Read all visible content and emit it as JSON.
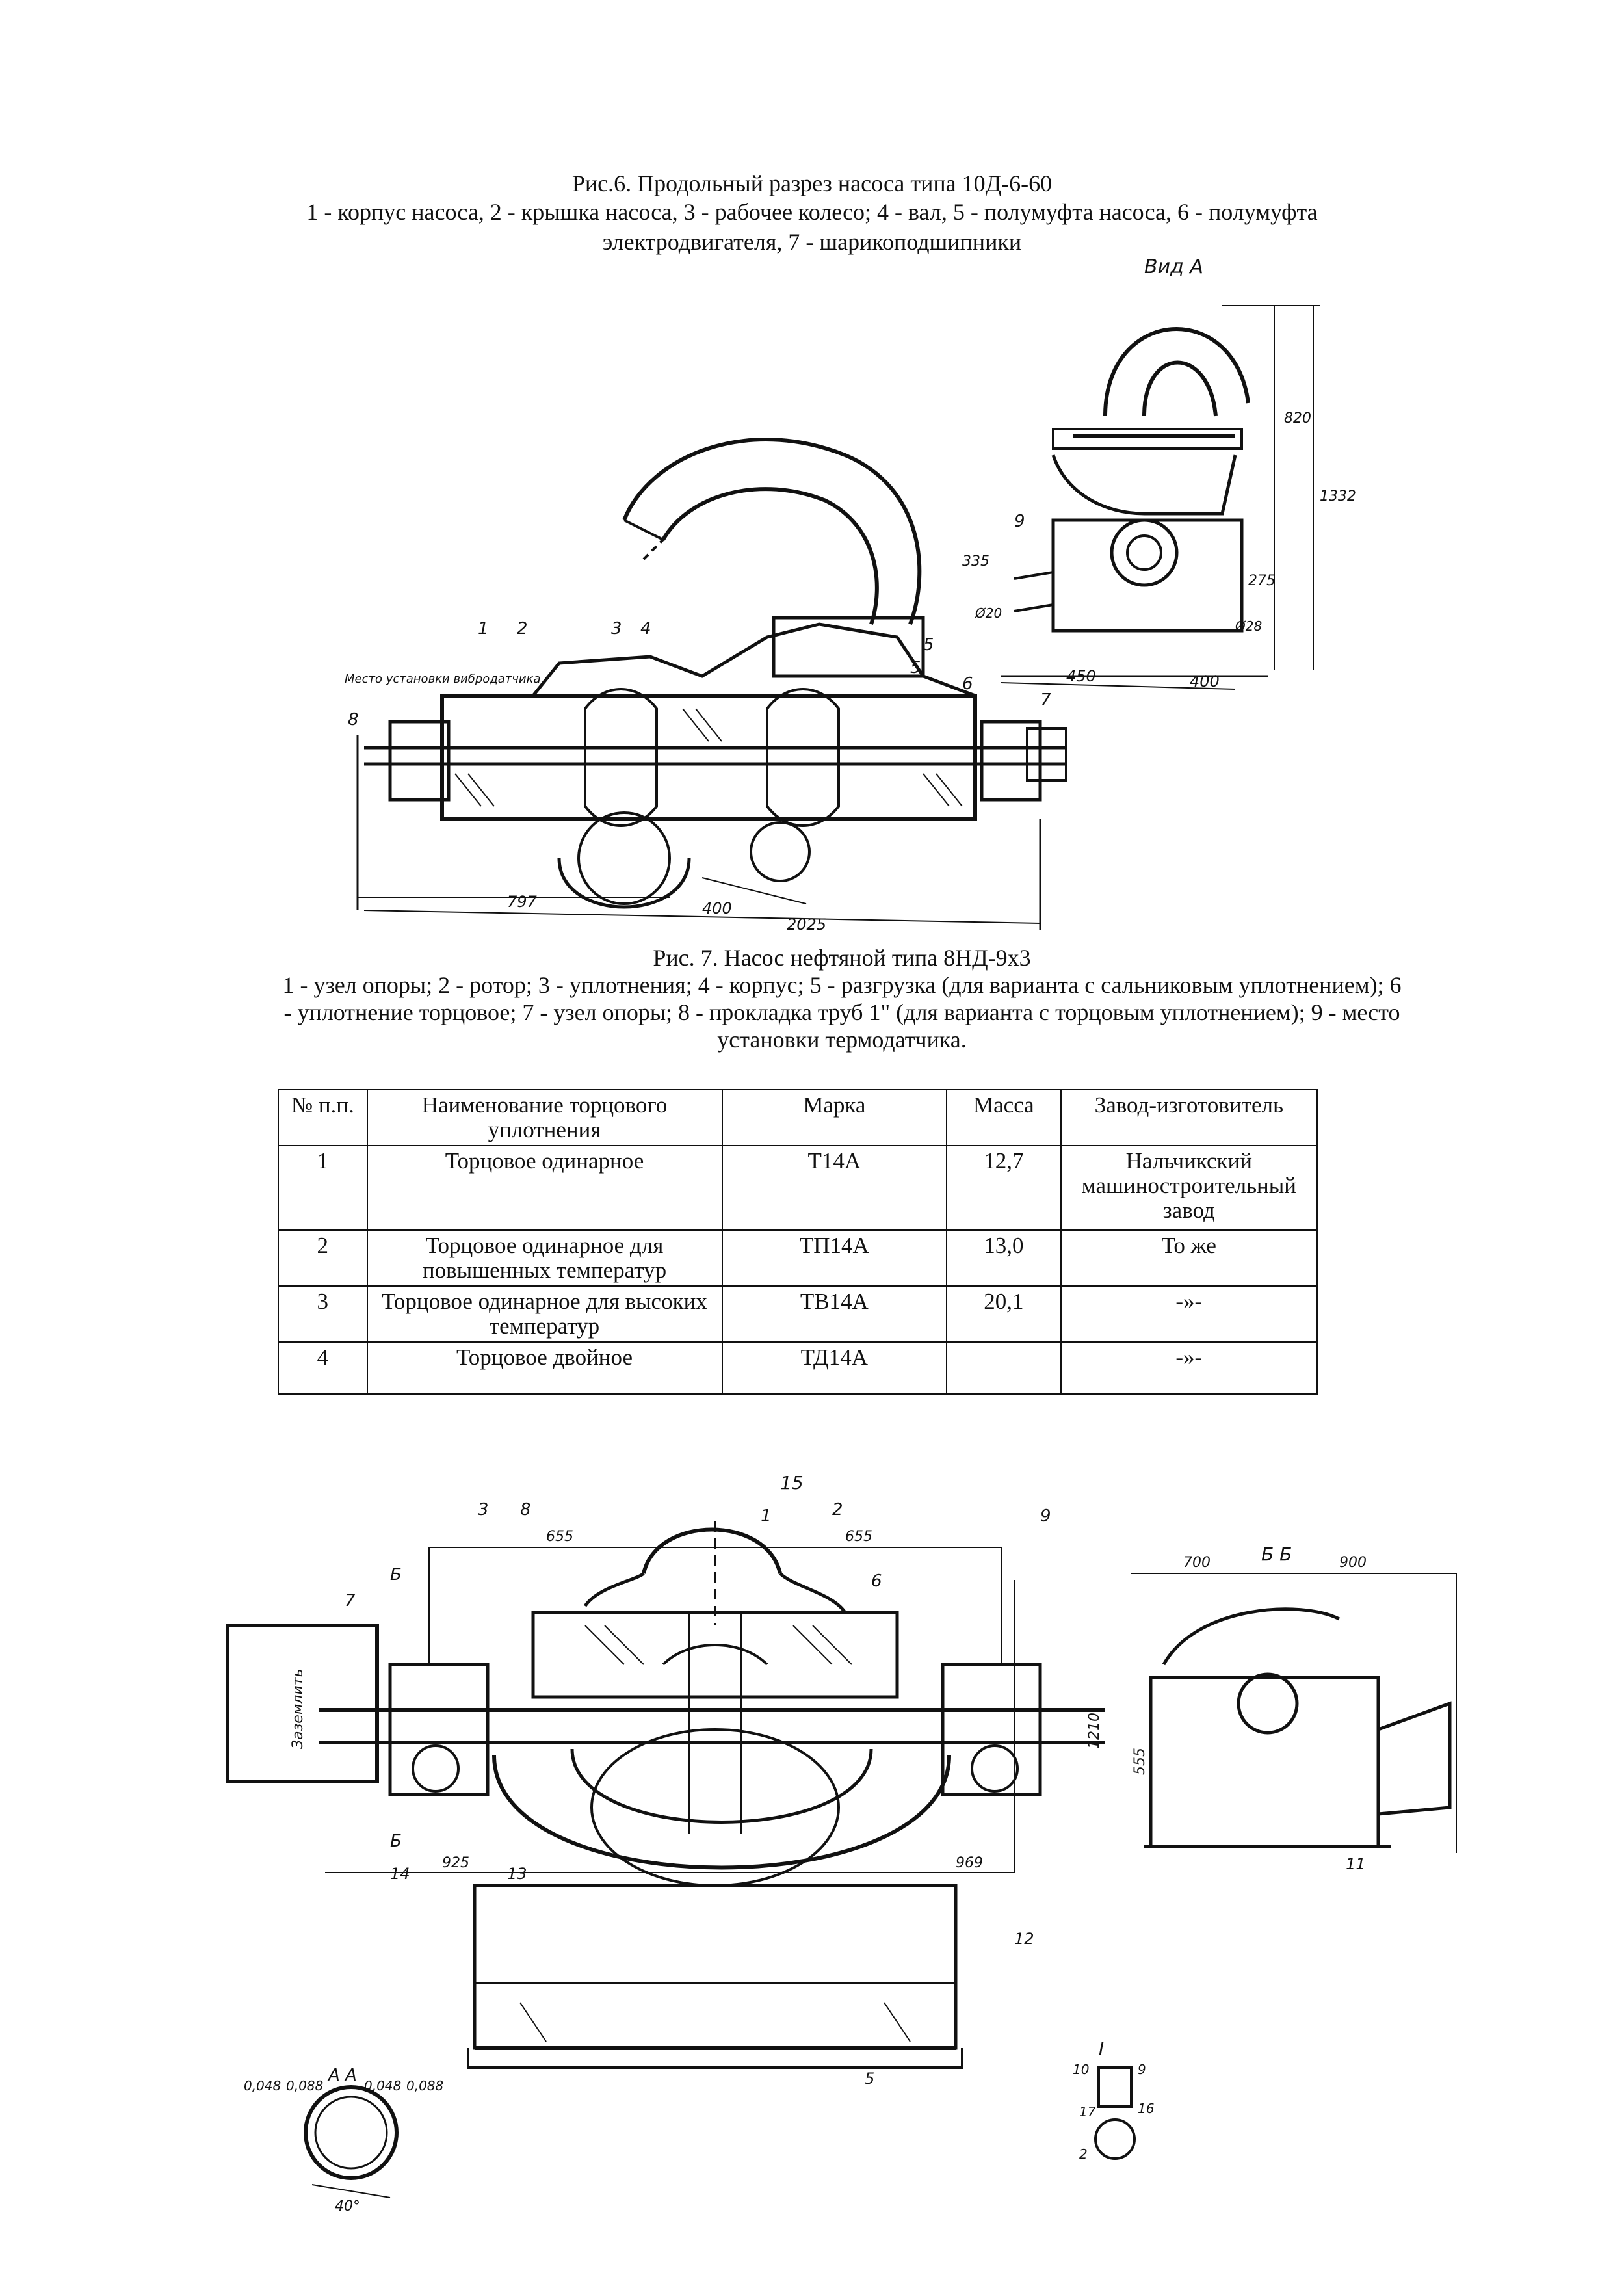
{
  "figure6": {
    "title": "Рис.6. Продольный разрез насоса типа 10Д-6-60",
    "legend_line1": "1 - корпус насоса, 2 - крышка насоса, 3 - рабочее колесо; 4 - вал, 5 - полумуфта насоса, 6 - полумуфта",
    "legend_line2": "электродвигателя, 7 - шарикоподшипники"
  },
  "figure7": {
    "title": "Рис. 7. Насос нефтяной типа 8НД-9х3",
    "legend_line1": "1 - узел опоры; 2 - ротор; 3 - уплотнения; 4 - корпус; 5 - разгрузка (для варианта с сальниковым уплотнением); 6",
    "legend_line2": "- уплотнение торцовое; 7 - узел опоры; 8 - прокладка труб 1\" (для варианта с торцовым уплотнением); 9 - место",
    "legend_line3": "установки термодатчика."
  },
  "drawing_top": {
    "view_label": "Вид А",
    "install_label": "Место установки вибродатчика",
    "dims": [
      "797",
      "400",
      "2025",
      "450",
      "400",
      "820",
      "1332",
      "335",
      "275",
      "Ø20",
      "Ø28"
    ],
    "callouts": [
      "1",
      "2",
      "3",
      "4",
      "5",
      "6",
      "7",
      "8",
      "9",
      "5"
    ]
  },
  "drawing_bottom": {
    "section_label": "Б Б",
    "view_a_label": "А А",
    "node_label": "I",
    "ground_label": "Заземлить",
    "dims": [
      "655",
      "655",
      "925",
      "969",
      "700",
      "900",
      "1210",
      "555",
      "0,048",
      "0,088",
      "0,048",
      "0,088",
      "40°"
    ],
    "callouts": [
      "3",
      "8",
      "15",
      "1",
      "2",
      "9",
      "7",
      "6",
      "Б",
      "Б",
      "14",
      "13",
      "12",
      "11",
      "5",
      "10",
      "9",
      "16",
      "17",
      "2"
    ]
  },
  "table": {
    "headers": [
      "№ п.п.",
      "Наименование торцового уплотнения",
      "Марка",
      "Масса",
      "Завод-изготовитель"
    ],
    "rows": [
      [
        "1",
        "Торцовое одинарное",
        "Т14А",
        "12,7",
        "Нальчикский машиностроительный завод"
      ],
      [
        "2",
        "Торцовое одинарное для повышенных температур",
        "ТП14А",
        "13,0",
        "То же"
      ],
      [
        "3",
        "Торцовое одинарное для высоких температур",
        "ТВ14А",
        "20,1",
        "-»-"
      ],
      [
        "4",
        "Торцовое двойное",
        "ТД14А",
        "",
        "-»-"
      ]
    ]
  }
}
